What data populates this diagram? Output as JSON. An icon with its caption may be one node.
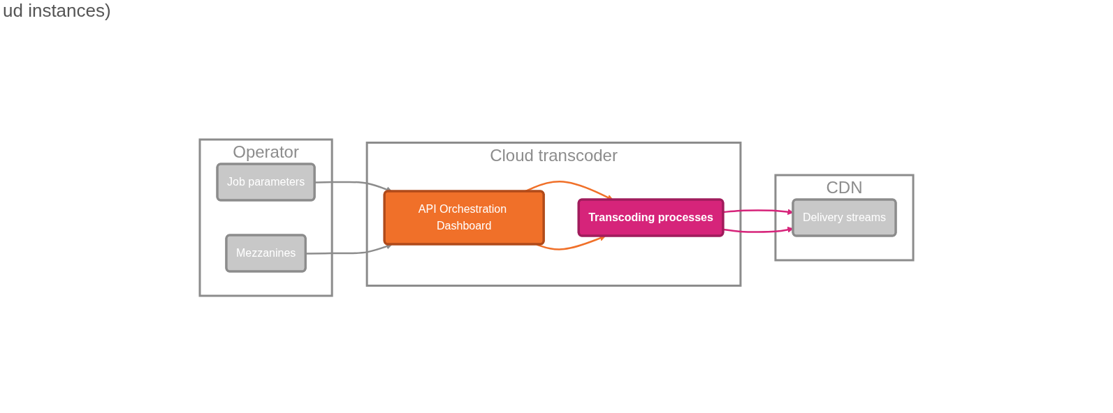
{
  "diagram": {
    "nodes": [
      {
        "text": [
          "Operator"
        ]
      },
      {
        "text": [
          "Job parameters"
        ],
        "in": 0
      },
      {
        "text": [
          "Mezzanines"
        ],
        "in": 0
      },
      {
        "text": [
          "Cloud transcoder"
        ]
      },
      {
        "text": [
          "Transcoding processes"
        ],
        "in": 3
      },
      {
        "text": [
          "API Orchestration Dashboard"
        ],
        "in": 3
      },
      {
        "text": [
          "CDN"
        ]
      },
      {
        "text": [
          "Delivery streams"
        ],
        "in": 6
      }
    ],
    "edges": [
      {
        "from": 1,
        "to": 5,
        "arrow": "to",
        "color": "#8c8c8c"
      },
      {
        "from": 2,
        "to": 5,
        "arrow": "to",
        "color": "#8c8c8c"
      },
      {
        "from": 5,
        "to": 4,
        "arrow": "to",
        "color": "#f07029"
      },
      {
        "from": 5,
        "to": 4,
        "arrow": "to",
        "color": "#f07029"
      },
      {
        "from": 4,
        "to": 7,
        "arrow": "to",
        "color": "#d6247a"
      },
      {
        "from": 4,
        "to": 7,
        "arrow": "to",
        "color": "#d6247a"
      }
    ],
    "labels": [
      "ud instances)"
    ]
  }
}
